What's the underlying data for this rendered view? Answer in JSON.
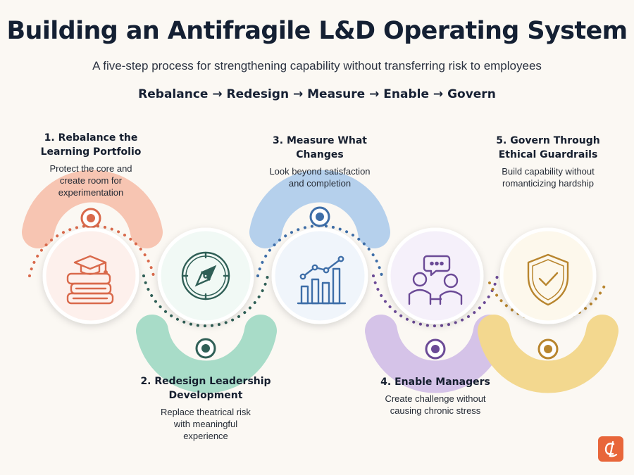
{
  "title": "Building an Antifragile L&D Operating System",
  "subtitle": "A five-step process for strengthening capability without transferring risk to employees",
  "flow": "Rebalance → Redesign → Measure → Enable → Govern",
  "steps": [
    {
      "heading": "1. Rebalance the\nLearning Portfolio",
      "description": "Protect the core and\ncreate room for\nexperimentation",
      "icon": "books-graduation-cap-icon",
      "accent": "#d9694b",
      "band": "#f7c5b2",
      "circle_fill": "#fdf0ec"
    },
    {
      "heading": "2. Redesign Leadership\nDevelopment",
      "description": "Replace theatrical risk\nwith meaningful\nexperience",
      "icon": "compass-icon",
      "accent": "#2f5f56",
      "band": "#a8dcc8",
      "circle_fill": "#f1f9f5"
    },
    {
      "heading": "3. Measure What\nChanges",
      "description": "Look beyond satisfaction\nand completion",
      "icon": "bar-chart-trend-icon",
      "accent": "#3e6ea8",
      "band": "#b5d0ec",
      "circle_fill": "#f0f5fb"
    },
    {
      "heading": "4. Enable Managers",
      "description": "Create challenge without\ncausing chronic stress",
      "icon": "manager-conversation-icon",
      "accent": "#6b4a96",
      "band": "#d5c3e8",
      "circle_fill": "#f5f0fa"
    },
    {
      "heading": "5. Govern Through\nEthical Guardrails",
      "description": "Build capability without\nromanticizing hardship",
      "icon": "shield-check-icon",
      "accent": "#b8852e",
      "band": "#f3d88f",
      "circle_fill": "#fdf8ec"
    }
  ],
  "logo_text": "CL"
}
